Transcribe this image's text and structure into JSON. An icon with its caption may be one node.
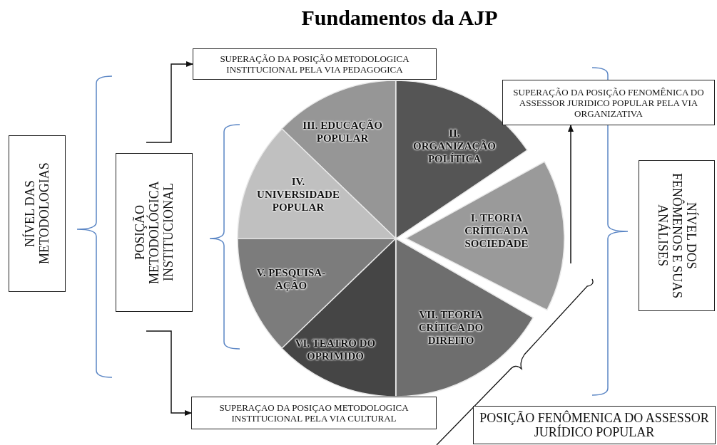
{
  "diagram": {
    "title": "Fundamentos da AJP",
    "nodes": [
      {
        "text": [
          "NÍVEL DAS METODOLOGIAS"
        ]
      },
      {
        "text": [
          "SUPERAÇÃO DA POSIÇÃO METODOLOGICA INSTITUCIONAL PELA VIA PEDAGOGICA"
        ]
      },
      {
        "text": [
          "POSIÇÃO METODOLÓGICA INSTITUCIONAL"
        ]
      },
      {
        "text": [
          "III. EDUCAÇÃO POPULAR"
        ]
      },
      {
        "text": [
          "II. ORGANIZAÇÃO POLÍTICA"
        ]
      },
      {
        "text": [
          "SUPERAÇÃO DA POSIÇÃO FENOMÊNICA DO ASSESSOR JURIDICO POPULAR PELA VIA ORGANIZATIVA"
        ]
      },
      {
        "text": [
          "IV. UNIVERSIDADE POPULAR"
        ]
      },
      {
        "text": [
          "I. TEORIA CRÍTICA DA SOCIEDADE"
        ]
      },
      {
        "text": [
          "NÍVEL DOS FENÔMENOS E SUAS ANÁLISES"
        ]
      },
      {
        "text": [
          "V. PESQUISA-AÇÃO"
        ]
      },
      {
        "text": [
          "VII. TEORIA CRÍTICA DO DIREITO"
        ]
      },
      {
        "text": [
          "VI. TEATRO DO OPRIMIDO"
        ]
      },
      {
        "text": [
          "SUPERAÇAO DA POSIÇAO METODOLOGICA INSTITUCIONAL PELA VIA CULTURAL"
        ]
      },
      {
        "text": [
          "POSIÇÃO FENÔMENICA DO ASSESSOR JURÍDICO POPULAR"
        ]
      }
    ],
    "edges": [
      {
        "from": null,
        "to": 1,
        "arrow": "to"
      },
      {
        "from": null,
        "to": 12,
        "arrow": "to"
      },
      {
        "from": null,
        "to": 5,
        "arrow": "to"
      }
    ]
  }
}
